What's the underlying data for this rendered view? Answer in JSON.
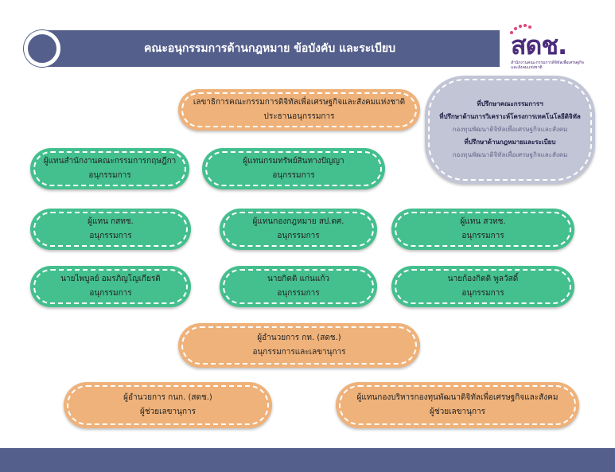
{
  "header": {
    "title": "คณะอนุกรรมการด้านกฎหมาย ข้อบังคับ และระเบียบ"
  },
  "logo": {
    "text": "สดช.",
    "subtitle": "สำนักงานคณะกรรมการดิจิทัลเพื่อเศรษฐกิจและสังคมแห่งชาติ"
  },
  "nodes": {
    "chair": {
      "line1": "เลขาธิการคณะกรรมการดิจิทัลเพื่อเศรษฐกิจและสังคมแห่งชาติ",
      "line2": "ประธานอนุกรรมการ"
    },
    "advisors": {
      "heading1": "ที่ปรึกษาคณะกรรมการฯ",
      "line2": "ที่ปรึกษาด้านการวิเคราะห์โครงการเทคโนโลยีดิจิทัล",
      "line3": "กองทุนพัฒนาดิจิทัลเพื่อเศรษฐกิจและสังคม",
      "heading2": "ที่ปรึกษาด้านกฎหมายและระเบียบ",
      "line5": "กองทุนพัฒนาดิจิทัลเพื่อเศรษฐกิจและสังคม"
    },
    "krisdika": {
      "line1": "ผู้แทนสำนักงานคณะกรรมการกฤษฎีกา",
      "line2": "อนุกรรมการ"
    },
    "ip": {
      "line1": "ผู้แทนกรมทรัพย์สินทางปัญญา",
      "line2": "อนุกรรมการ"
    },
    "nbtc": {
      "line1": "ผู้แทน กสทช.",
      "line2": "อนุกรรมการ"
    },
    "legal": {
      "line1": "ผู้แทนกองกฎหมาย สป.ดศ.",
      "line2": "อนุกรรมการ"
    },
    "nstda": {
      "line1": "ผู้แทน สวทช.",
      "line2": "อนุกรรมการ"
    },
    "paiboon": {
      "line1": "นายไพบูลย์  อมรภิญโญเกียรติ",
      "line2": "อนุกรรมการ"
    },
    "kittipong": {
      "line1": "นายกิตติ  แก่นแก้ว",
      "line2": "อนุกรรมการ"
    },
    "kongkiat": {
      "line1": "นายก้องกิตติ  พูลวัสดิ์",
      "line2": "อนุกรรมการ"
    },
    "director": {
      "line1": "ผู้อำนวยการ กท. (สดช.)",
      "line2": "อนุกรรมการและเลขานุการ"
    },
    "fund_director": {
      "line1": "ผู้อำนวยการ กนก. (สดช.)",
      "line2": "ผู้ช่วยเลขานุการ"
    },
    "fund_admin": {
      "line1": "ผู้แทนกองบริหารกองทุนพัฒนาดิจิทัลเพื่อเศรษฐกิจและสังคม",
      "line2": "ผู้ช่วยเลขานุการ"
    }
  },
  "colors": {
    "header": "#555f8c",
    "orange": "#efb27a",
    "green": "#44bf8e",
    "grey": "#c2c5d6"
  }
}
